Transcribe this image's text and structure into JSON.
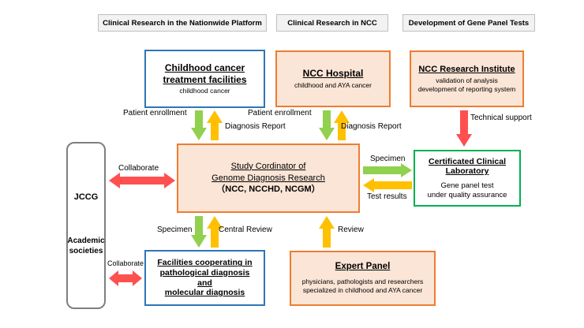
{
  "headers": {
    "nationwide": "Clinical Research in the Nationwide Platform",
    "ncc": "Clinical Research in NCC",
    "gene_panel": "Development of Gene Panel Tests"
  },
  "boxes": {
    "childhood": {
      "title_line1": "Childhood  cancer",
      "title_line2": "treatment facilities",
      "subtitle": "childhood cancer"
    },
    "ncc_hospital": {
      "title": "NCC  Hospital",
      "subtitle": "childhood and AYA cancer"
    },
    "ncc_research": {
      "title": "NCC Research Institute",
      "sub_line1": "validation of analysis",
      "sub_line2": "development of reporting system"
    },
    "study_coordinator": {
      "line1": "Study Cordinator of",
      "line2": "Genome Diagnosis Research",
      "line3": "（NCC, NCCHD, NCGM）"
    },
    "certificated_lab": {
      "title_line1": "Certificated Clinical",
      "title_line2": "Laboratory",
      "sub_line1": "Gene panel test",
      "sub_line2": "under quality assurance"
    },
    "jccg": {
      "title": "JCCG",
      "academic_line1": "Academic",
      "academic_line2": "societies"
    },
    "pathology": {
      "line1": "Facilities cooperating in",
      "line2": "pathological diagnosis",
      "line3": "and",
      "line4": "molecular diagnosis"
    },
    "expert_panel": {
      "title": "Expert Panel",
      "sub_line1": "physicians, pathologists and researchers",
      "sub_line2": "specialized in childhood and AYA cancer"
    }
  },
  "arrow_labels": {
    "patient_enrollment_1": "Patient enrollment",
    "diagnosis_report_1": "Diagnosis Report",
    "patient_enrollment_2": "Patient enrollment",
    "diagnosis_report_2": "Diagnosis Report",
    "technical_support": "Technical support",
    "collaborate_1": "Collaborate",
    "specimen_1": "Specimen",
    "test_results": "Test results",
    "specimen_2": "Specimen",
    "central_review": "Central Review",
    "review": "Review",
    "collaborate_2": "Collaborate"
  },
  "colors": {
    "green_arrow": "#92d050",
    "yellow_arrow": "#ffc000",
    "red_arrow": "#ff5050",
    "blue_border": "#2e75b6",
    "orange_border": "#ed7d31",
    "orange_fill": "#fbe5d6",
    "green_border": "#00b050"
  }
}
